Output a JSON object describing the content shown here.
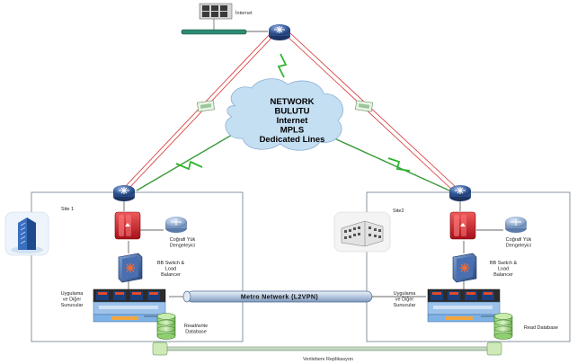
{
  "labels": {
    "internet": "İnternet",
    "cloud_lines": [
      "NETWORK",
      "BULUTU",
      "Internet",
      "MPLS",
      "Dedicated Lines"
    ],
    "site1": "Site 1",
    "site2": "Site2",
    "geo_lb_1": [
      "Coğrafi Yük",
      "Dengeleyici"
    ],
    "geo_lb_2": [
      "Coğrafi Yük",
      "Dengeleyici"
    ],
    "switch_lb_1": [
      "BB Switch &",
      "Load",
      "Balancer"
    ],
    "switch_lb_2": [
      "BB Switch &",
      "Load",
      "Balancer"
    ],
    "servers_1": [
      "Uygulama",
      "ve Diğer",
      "Sunucular"
    ],
    "servers_2": [
      "Uygulama",
      "ve Diğer",
      "Sunucular"
    ],
    "db_1": [
      "Read/write",
      "Database"
    ],
    "db_2": "Read   Database",
    "metro": "Metro Network (L2VPN)",
    "replication": "Verilebenı Replikasyon"
  },
  "colors": {
    "wan_link": "#d62d2d",
    "wireless": "#2fb52f",
    "green_link": "#3a9a3a",
    "firewall": "#c8202a",
    "router": "#3a5fa0",
    "cloud": "#c4def2"
  },
  "icons": [
    "router-icon",
    "firewall-icon",
    "switch-icon",
    "server-rack-icon",
    "database-icon",
    "building-icon",
    "tower-icon",
    "cloud-icon",
    "modem-icon",
    "workstation-icon",
    "lightning-icon"
  ]
}
